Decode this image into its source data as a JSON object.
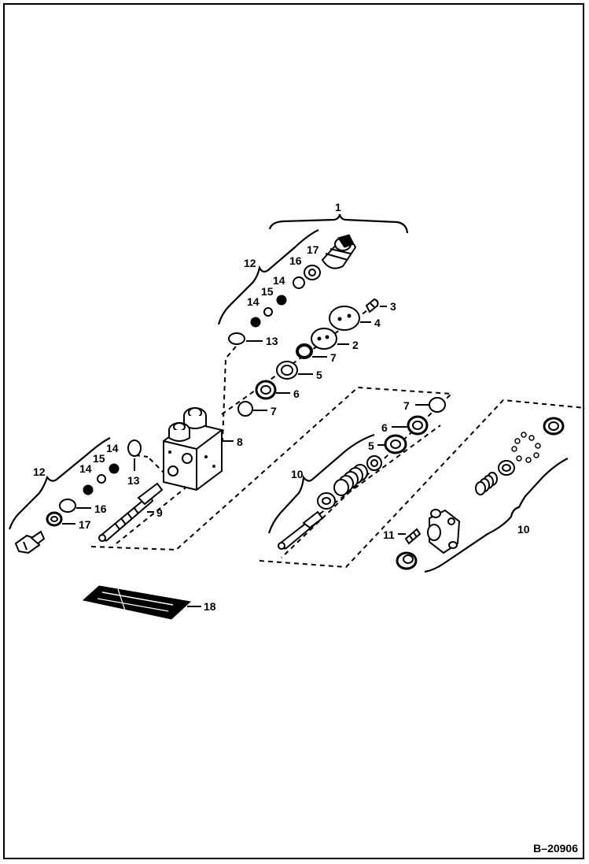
{
  "diagram": {
    "reference": "B–20906",
    "callouts": {
      "c1": "1",
      "c2": "2",
      "c3": "3",
      "c4": "4",
      "c5a": "5",
      "c5b": "5",
      "c6a": "6",
      "c6b": "6",
      "c7a": "7",
      "c7b": "7",
      "c7c": "7",
      "c8": "8",
      "c9": "9",
      "c10a": "10",
      "c10b": "10",
      "c11": "11",
      "c12a": "12",
      "c12b": "12",
      "c13a": "13",
      "c13b": "13",
      "c14a": "14",
      "c14b": "14",
      "c14c": "14",
      "c14d": "14",
      "c15a": "15",
      "c15b": "15",
      "c16a": "16",
      "c16b": "16",
      "c17a": "17",
      "c17b": "17",
      "c18": "18"
    }
  }
}
